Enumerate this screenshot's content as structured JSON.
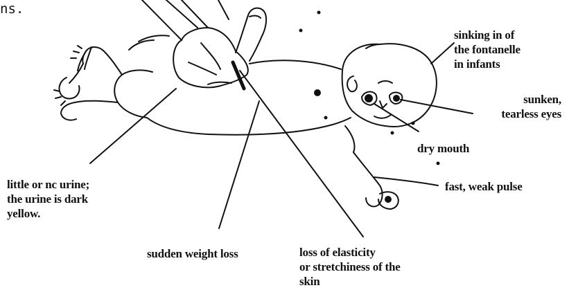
{
  "top_fragment": "ns.",
  "labels": {
    "fontanelle": [
      "sinking in of",
      "the fontanelle",
      "in infants"
    ],
    "eyes": [
      "sunken,",
      "tearless eyes"
    ],
    "mouth": "dry mouth",
    "pulse": "fast, weak pulse",
    "urine": [
      "little or nc urine;",
      "the urine is dark",
      "yellow."
    ],
    "weight": "sudden weight loss",
    "skin": [
      "loss of elasticity",
      "or stretchiness of the",
      "skin"
    ]
  }
}
